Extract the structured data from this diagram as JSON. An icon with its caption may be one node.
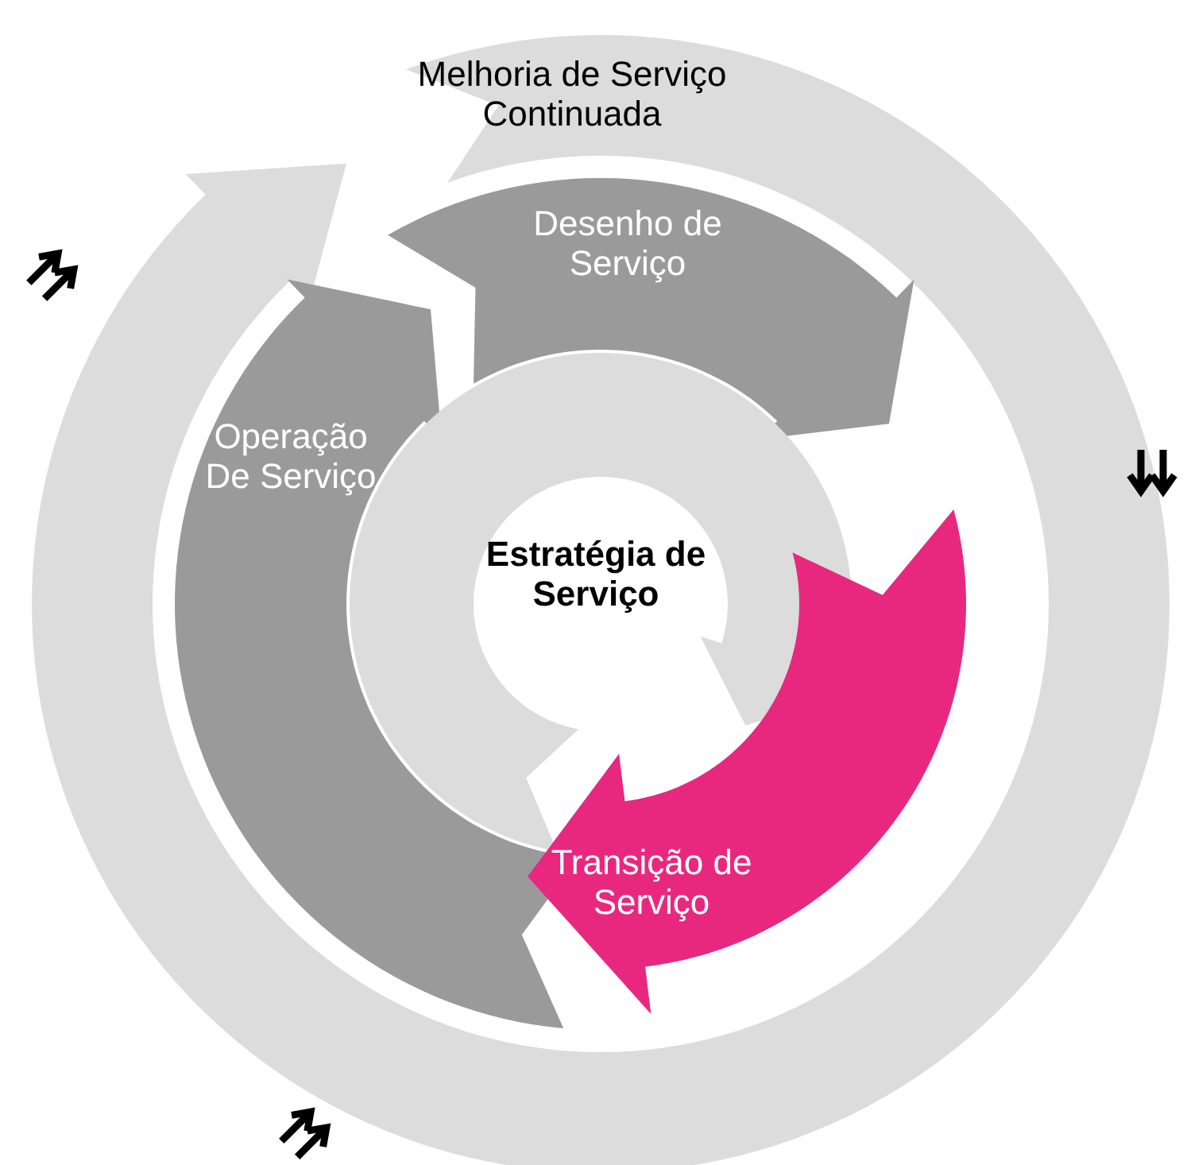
{
  "diagram": {
    "nodes": [
      {
        "text": [
          "Melhoria de Serviço Continuada"
        ]
      },
      {
        "text": [
          "Desenho de Serviço"
        ]
      },
      {
        "text": [
          "Operação De Serviço"
        ]
      },
      {
        "text": [
          "Estratégia de Serviço"
        ]
      },
      {
        "text": [
          "Transição de Serviço"
        ]
      }
    ]
  }
}
